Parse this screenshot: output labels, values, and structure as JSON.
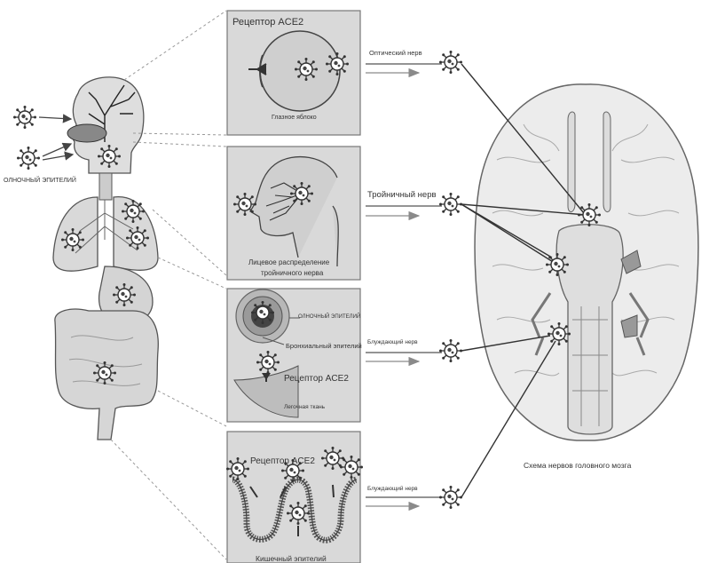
{
  "panels": {
    "eye": {
      "receptor_label": "Рецептор ACE2",
      "caption": "Глазное яблоко"
    },
    "face": {
      "caption_line1": "Лицевое распределение",
      "caption_line2": "тройничного нерва"
    },
    "lung": {
      "label_top": "ОЛНОЧНЫЙ ЭПИТЕЛИЙ",
      "label_bronchial": "Бронхиальный эпителий",
      "receptor_label": "Рецептор ACE2",
      "tissue_label": "Легочная ткань"
    },
    "intestine": {
      "receptor_label": "Рецептор ACE2",
      "caption": "Кишечный эпителий"
    }
  },
  "nerves": {
    "optic": "Оптический нерв",
    "trigeminal": "Тройничный нерв",
    "vagus_1": "Блуждающий нерв",
    "vagus_2": "Блуждающий нерв"
  },
  "body": {
    "side_label": "ОЛНОЧНЫЙ ЭПИТЕЛИЙ"
  },
  "brain": {
    "caption": "Схема нервов головного мозга"
  },
  "colors": {
    "panel_fill": "#d9d9d9",
    "organ_fill": "#dcdcdc",
    "line": "#555555",
    "arrow": "#8a8a8a"
  }
}
